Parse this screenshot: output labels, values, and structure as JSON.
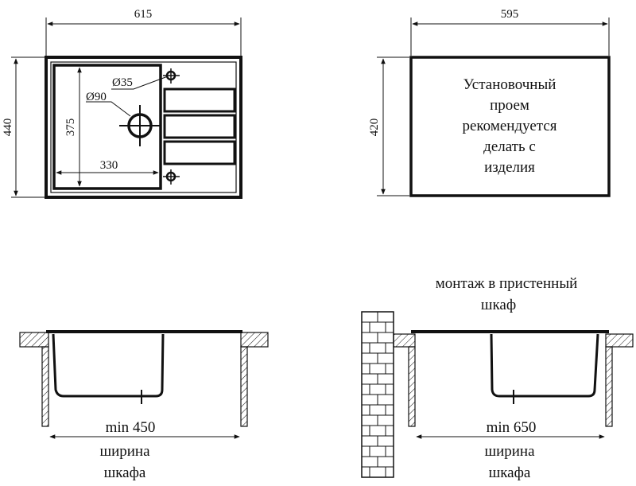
{
  "top_left": {
    "width_label": "615",
    "height_label": "440",
    "bowl_height_label": "375",
    "bowl_width_label": "330",
    "drain_label": "Ø90",
    "tap_label": "Ø35"
  },
  "top_right": {
    "width_label": "595",
    "height_label": "420",
    "note_lines": [
      "Установочный",
      "проем",
      "рекомендуется",
      "делать с",
      "изделия"
    ]
  },
  "bottom_left": {
    "min_label": "min 450",
    "caption_lines": [
      "ширина",
      "шкафа"
    ]
  },
  "bottom_right": {
    "title_lines": [
      "монтаж в пристенный",
      "шкаф"
    ],
    "min_label": "min 650",
    "caption_lines": [
      "ширина",
      "шкафа"
    ]
  }
}
